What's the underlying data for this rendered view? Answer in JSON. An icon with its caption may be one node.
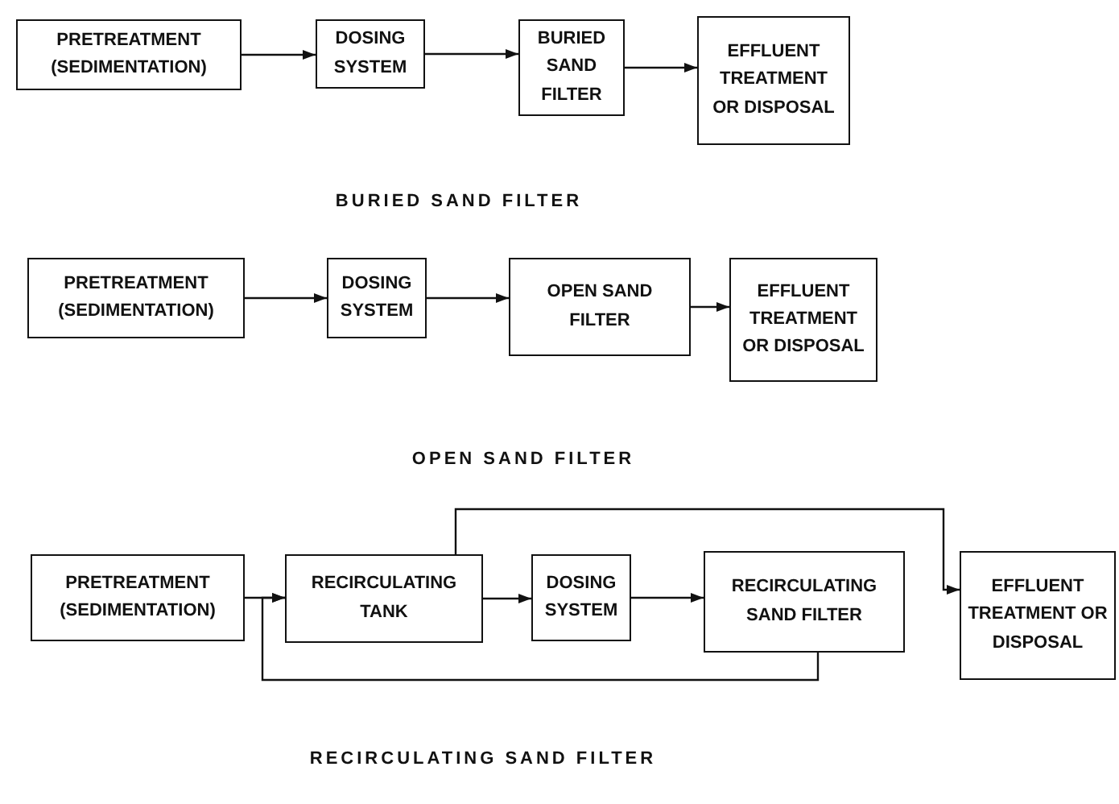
{
  "diagram": {
    "nodes": [
      {
        "text": [
          "PRETREATMENT (SEDIMENTATION)"
        ]
      },
      {
        "text": [
          "DOSING SYSTEM"
        ]
      },
      {
        "text": [
          "BURIED SAND FILTER"
        ]
      },
      {
        "text": [
          "EFFLUENT TREATMENT OR DISPOSAL"
        ]
      },
      {
        "text": [
          "PRETREATMENT (SEDIMENTATION)"
        ]
      },
      {
        "text": [
          "DOSING SYSTEM"
        ]
      },
      {
        "text": [
          "OPEN SAND FILTER"
        ]
      },
      {
        "text": [
          "EFFLUENT TREATMENT OR DISPOSAL"
        ]
      },
      {
        "text": [
          "PRETREATMENT (SEDIMENTATION)"
        ]
      },
      {
        "text": [
          "RECIRCULATING TANK"
        ]
      },
      {
        "text": [
          "DOSING SYSTEM"
        ]
      },
      {
        "text": [
          "RECIRCULATING SAND FILTER"
        ]
      },
      {
        "text": [
          "EFFLUENT TREATMENT OR DISPOSAL"
        ]
      }
    ],
    "edges": [
      {
        "from": 0,
        "to": 1,
        "arrow": "to"
      },
      {
        "from": 1,
        "to": 2,
        "arrow": "to"
      },
      {
        "from": 2,
        "to": 3,
        "arrow": "to"
      },
      {
        "from": 4,
        "to": 5,
        "arrow": "to"
      },
      {
        "from": 5,
        "to": 6,
        "arrow": "to"
      },
      {
        "from": 6,
        "to": 7,
        "arrow": "to"
      },
      {
        "from": 8,
        "to": 9,
        "arrow": "to"
      },
      {
        "from": 9,
        "to": 10,
        "arrow": "to"
      },
      {
        "from": 10,
        "to": 11,
        "arrow": "to"
      },
      {
        "from": 11,
        "to": 9,
        "arrow": "to"
      },
      {
        "from": 9,
        "to": 12,
        "arrow": "to"
      }
    ],
    "labels": [
      "BURIED SAND FILTER",
      "OPEN SAND FILTER",
      "RECIRCULATING SAND FILTER"
    ]
  }
}
